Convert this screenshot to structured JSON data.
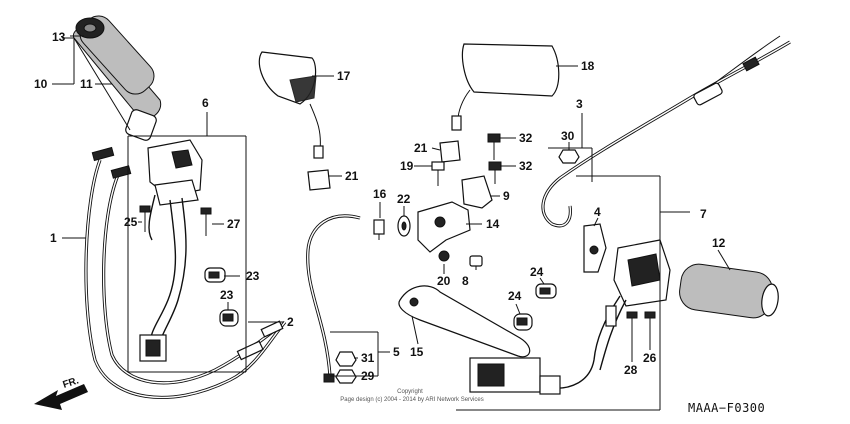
{
  "diagram": {
    "code": "MAAA−F0300",
    "copyright": {
      "line1": "Copyright",
      "line2": "Page design (c) 2004 - 2014 by ARI Network Services"
    },
    "direction_marker": "FR.",
    "callouts": [
      {
        "id": "c1",
        "label": "1"
      },
      {
        "id": "c2",
        "label": "2"
      },
      {
        "id": "c3",
        "label": "3"
      },
      {
        "id": "c4",
        "label": "4"
      },
      {
        "id": "c5",
        "label": "5"
      },
      {
        "id": "c6",
        "label": "6"
      },
      {
        "id": "c7",
        "label": "7"
      },
      {
        "id": "c8",
        "label": "8"
      },
      {
        "id": "c9",
        "label": "9"
      },
      {
        "id": "c10",
        "label": "10"
      },
      {
        "id": "c11",
        "label": "11"
      },
      {
        "id": "c12",
        "label": "12"
      },
      {
        "id": "c13",
        "label": "13"
      },
      {
        "id": "c14",
        "label": "14"
      },
      {
        "id": "c15",
        "label": "15"
      },
      {
        "id": "c16",
        "label": "16"
      },
      {
        "id": "c17",
        "label": "17"
      },
      {
        "id": "c18",
        "label": "18"
      },
      {
        "id": "c19",
        "label": "19"
      },
      {
        "id": "c20",
        "label": "20"
      },
      {
        "id": "c21a",
        "label": "21"
      },
      {
        "id": "c21b",
        "label": "21"
      },
      {
        "id": "c22",
        "label": "22"
      },
      {
        "id": "c23a",
        "label": "23"
      },
      {
        "id": "c23b",
        "label": "23"
      },
      {
        "id": "c24a",
        "label": "24"
      },
      {
        "id": "c24b",
        "label": "24"
      },
      {
        "id": "c25",
        "label": "25"
      },
      {
        "id": "c26",
        "label": "26"
      },
      {
        "id": "c27",
        "label": "27"
      },
      {
        "id": "c28",
        "label": "28"
      },
      {
        "id": "c29",
        "label": "29"
      },
      {
        "id": "c30",
        "label": "30"
      },
      {
        "id": "c31",
        "label": "31"
      },
      {
        "id": "c32a",
        "label": "32"
      },
      {
        "id": "c32b",
        "label": "32"
      }
    ]
  }
}
